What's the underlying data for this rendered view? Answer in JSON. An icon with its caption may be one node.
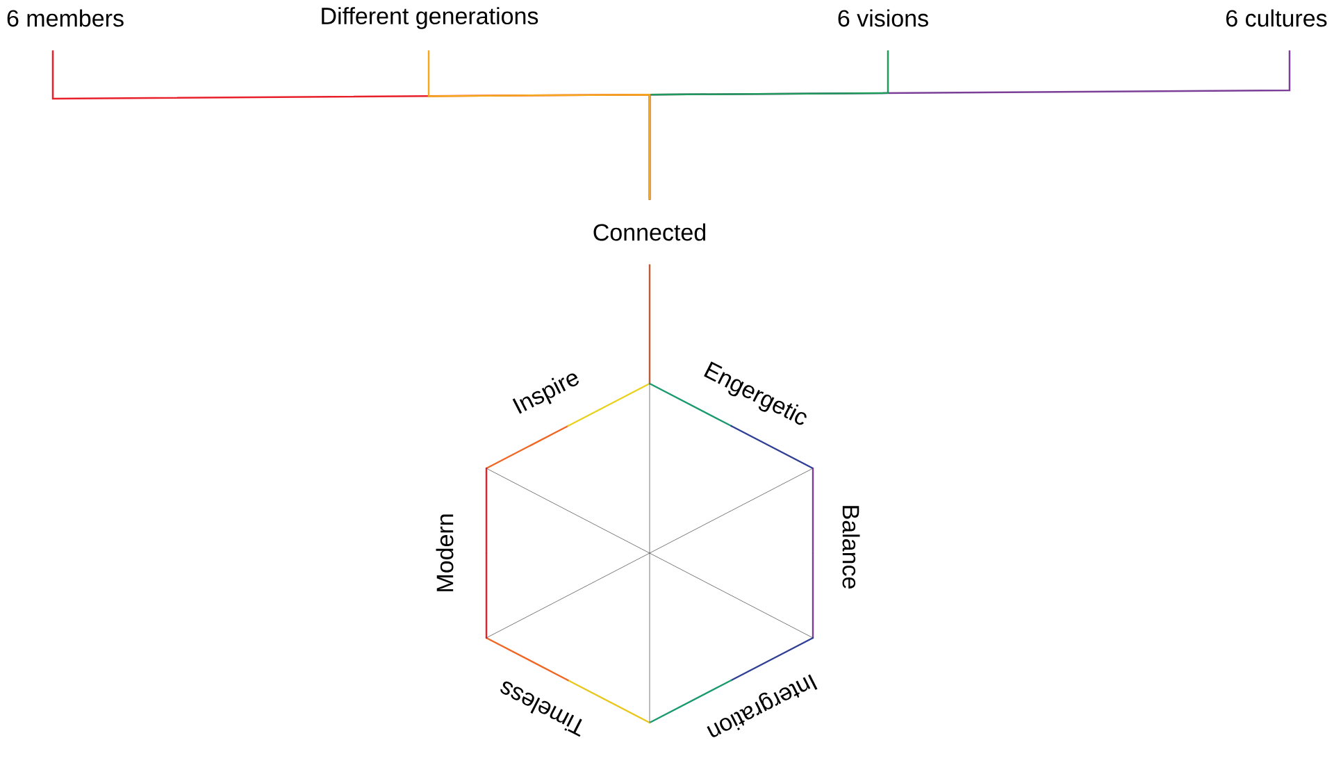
{
  "diagram": {
    "nodes": [
      {
        "text": [
          "6 members"
        ]
      },
      {
        "text": [
          "Different generations"
        ]
      },
      {
        "text": [
          "6 visions"
        ]
      },
      {
        "text": [
          "6 cultures"
        ]
      },
      {
        "text": [
          "Connected"
        ]
      },
      {
        "text": [
          "Inspire",
          "Engergetic",
          "Modern",
          "Balance",
          "Timeless",
          "Intergration"
        ]
      }
    ],
    "edges": [
      {
        "from": 0,
        "to": 4,
        "arrow": "none",
        "color": "#e8202a"
      },
      {
        "from": 1,
        "to": 4,
        "arrow": "none",
        "color": "#f5a81c"
      },
      {
        "from": 2,
        "to": 4,
        "arrow": "none",
        "color": "#1e9a5a"
      },
      {
        "from": 3,
        "to": 4,
        "arrow": "none",
        "color": "#7b3f98"
      },
      {
        "from": 4,
        "to": 5,
        "arrow": "none",
        "color": "#b8603a"
      }
    ]
  }
}
